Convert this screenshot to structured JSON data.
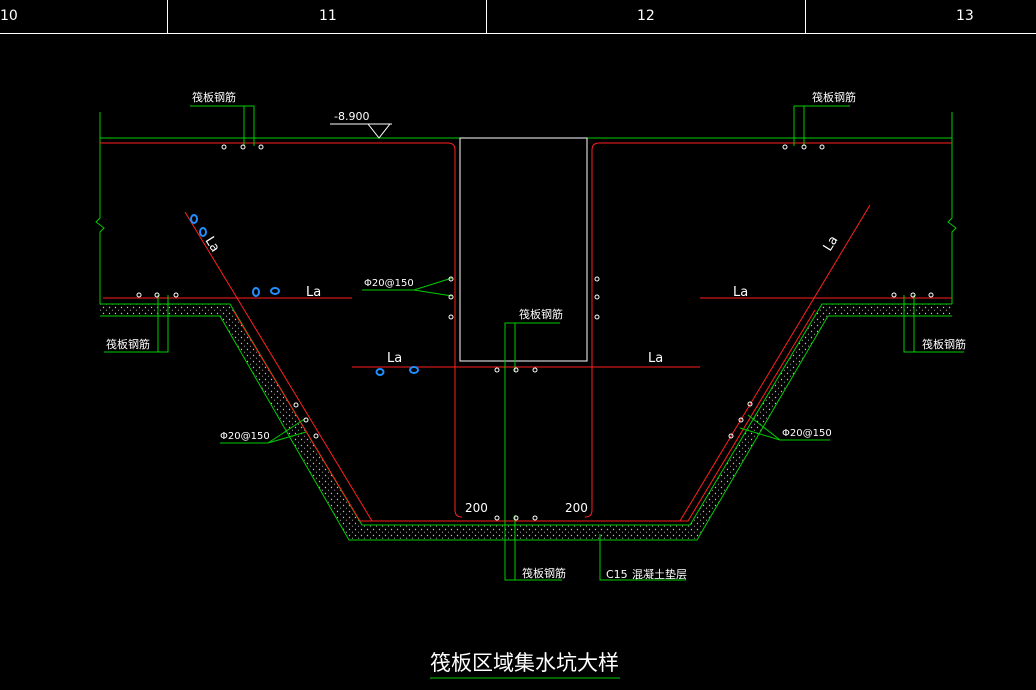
{
  "ruler": {
    "numbers": [
      "10",
      "11",
      "12",
      "13"
    ]
  },
  "drawing": {
    "title": "筏板区域集水坑大样",
    "elevation": "-8.900",
    "labels": {
      "raft_rebar": "筏板钢筋",
      "bar_spec_a": "Φ20@150",
      "bar_spec_b": "Φ20@150",
      "bar_spec_c": "Φ20@150",
      "la": "La",
      "dim_200": "200",
      "concrete_grade": "C15",
      "cushion": "混凝土垫层"
    },
    "colors": {
      "background": "#000000",
      "concrete_outline": "#00cc00",
      "rebar": "#ff2020",
      "outline_white": "#ffffff",
      "blue_marks": "#1e90ff",
      "ruler": "#ffffff"
    }
  }
}
